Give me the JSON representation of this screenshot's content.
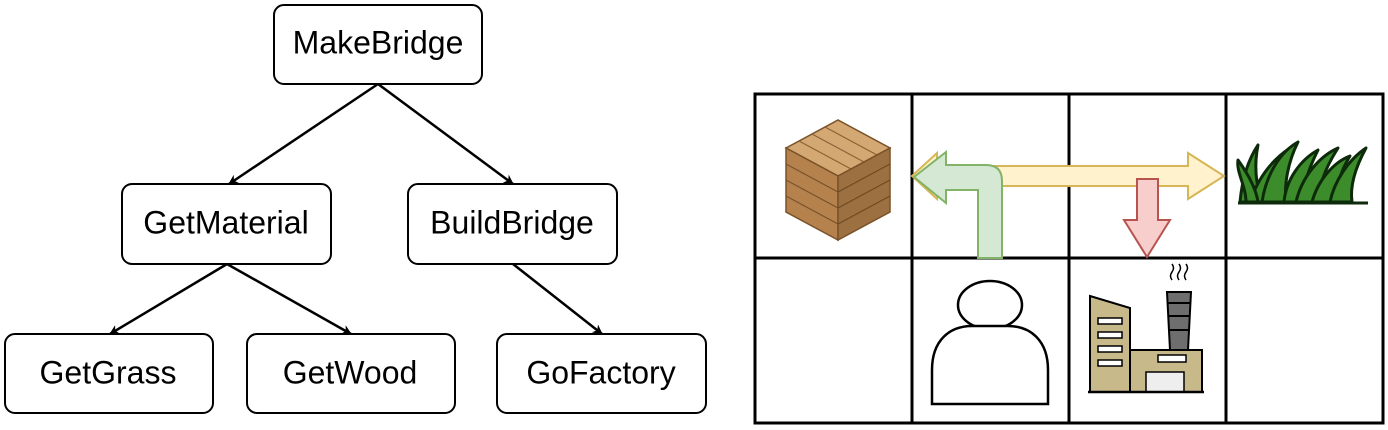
{
  "tree": {
    "nodes": [
      {
        "id": "make_bridge",
        "label": "MakeBridge"
      },
      {
        "id": "get_material",
        "label": "GetMaterial"
      },
      {
        "id": "build_bridge",
        "label": "BuildBridge"
      },
      {
        "id": "get_grass",
        "label": "GetGrass"
      },
      {
        "id": "get_wood",
        "label": "GetWood"
      },
      {
        "id": "go_factory",
        "label": "GoFactory"
      }
    ],
    "edges": [
      {
        "from": "make_bridge",
        "to": "get_material"
      },
      {
        "from": "make_bridge",
        "to": "build_bridge"
      },
      {
        "from": "get_material",
        "to": "get_grass"
      },
      {
        "from": "get_material",
        "to": "get_wood"
      },
      {
        "from": "build_bridge",
        "to": "go_factory"
      }
    ]
  },
  "grid": {
    "rows": 2,
    "cols": 4,
    "items": [
      {
        "row": 0,
        "col": 0,
        "icon": "wood-crate-icon"
      },
      {
        "row": 0,
        "col": 3,
        "icon": "grass-icon"
      },
      {
        "row": 1,
        "col": 1,
        "icon": "agent-person-icon"
      },
      {
        "row": 1,
        "col": 2,
        "icon": "factory-icon"
      }
    ],
    "arrows": [
      {
        "name": "grass-wood-double-arrow",
        "fill": "#fff2cc",
        "stroke": "#d6b656"
      },
      {
        "name": "agent-to-wood-arrow",
        "fill": "#d5e8d4",
        "stroke": "#82b366"
      },
      {
        "name": "factory-down-arrow",
        "fill": "#f8cecc",
        "stroke": "#b85450"
      }
    ]
  },
  "colors": {
    "wood_light": "#c79a66",
    "wood_dark": "#9c7040",
    "grass_green": "#3c8c2c",
    "factory_tan": "#c8b98a",
    "factory_grey": "#555555"
  }
}
